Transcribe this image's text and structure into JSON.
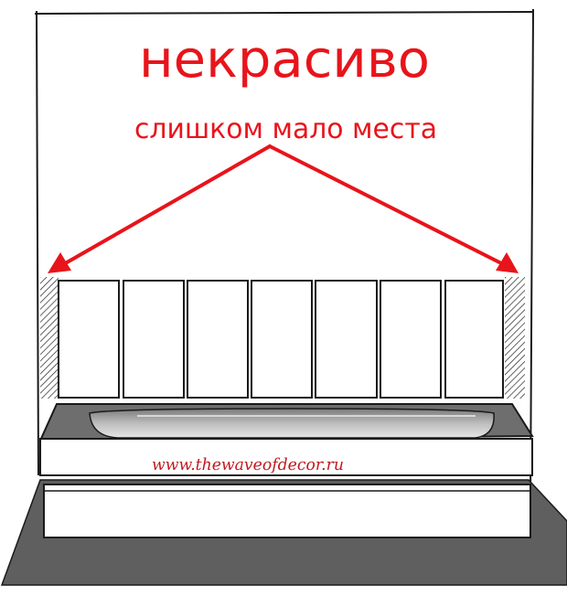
{
  "title": "некрасиво",
  "subtitle": "слишком мало места",
  "watermark": "www.thewaveofdecor.ru",
  "colors": {
    "accent": "#e8141b",
    "ink": "#1a1a1a",
    "floor": "#5f5f5f",
    "bath_inner": "#9a9a9a"
  },
  "panels": {
    "count": 7
  }
}
